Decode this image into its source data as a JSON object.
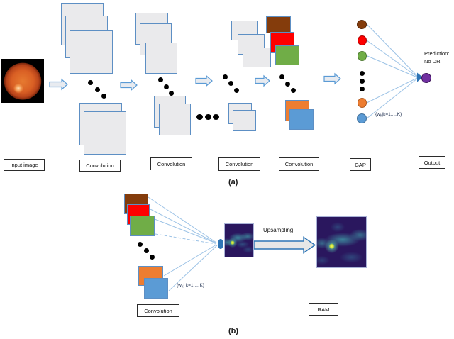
{
  "colors": {
    "brown": "#843C0C",
    "red": "#FE0000",
    "green": "#70AD47",
    "orange": "#ED7D31",
    "blue": "#5B9BD5",
    "purple": "#7030A0",
    "gray_map": "#EAEAEC",
    "map_border": "#5D8FC4",
    "connector_blue": "#9DC3E6",
    "node_blue": "#2E75B6",
    "heatmap_bg": "#2A175E",
    "heatmap_blob": "#3C8EA0",
    "heatmap_hot": "#C6DE30"
  },
  "panel_a": {
    "label": "(a)",
    "stages": [
      {
        "label": "Input image"
      },
      {
        "label": "Convolution"
      },
      {
        "label": "Convolution"
      },
      {
        "label": "Convolution"
      },
      {
        "label": "Convolution"
      },
      {
        "label": "GAP"
      },
      {
        "label": "Output"
      }
    ],
    "prediction": {
      "line1": "Prediction:",
      "line2": "No DR"
    },
    "weights": {
      "prefix": "{w",
      "sub": "k",
      "suffix": "|k=1,...,K}"
    }
  },
  "panel_b": {
    "label": "(b)",
    "convolution_label": "Convolution",
    "ram_label": "RAM",
    "upsampling_label": "Upsampling",
    "weights": {
      "prefix": "{w",
      "sub": "k",
      "suffix": "| k=1,...,K}"
    }
  }
}
